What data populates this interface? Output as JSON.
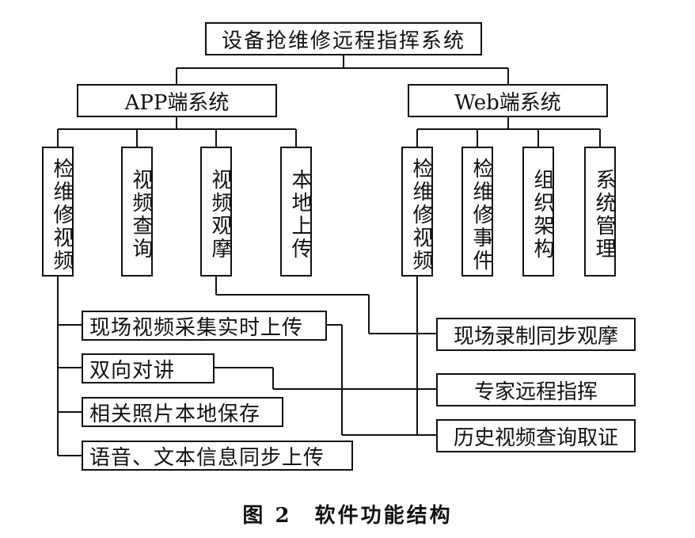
{
  "root": {
    "label": "设备抢维修远程指挥系统"
  },
  "app": {
    "label": "APP端系统",
    "modules": [
      "检维修视频",
      "视频查询",
      "视频观摩",
      "本地上传"
    ],
    "functions": [
      "现场视频采集实时上传",
      "双向对讲",
      "相关照片本地保存",
      "语音、文本信息同步上传"
    ]
  },
  "web": {
    "label": "Web端系统",
    "modules": [
      "检维修视频",
      "检维修事件",
      "组织架构",
      "系统管理"
    ],
    "functions": [
      "现场录制同步观摩",
      "专家远程指挥",
      "历史视频查询取证"
    ]
  },
  "caption": "图 2　软件功能结构"
}
